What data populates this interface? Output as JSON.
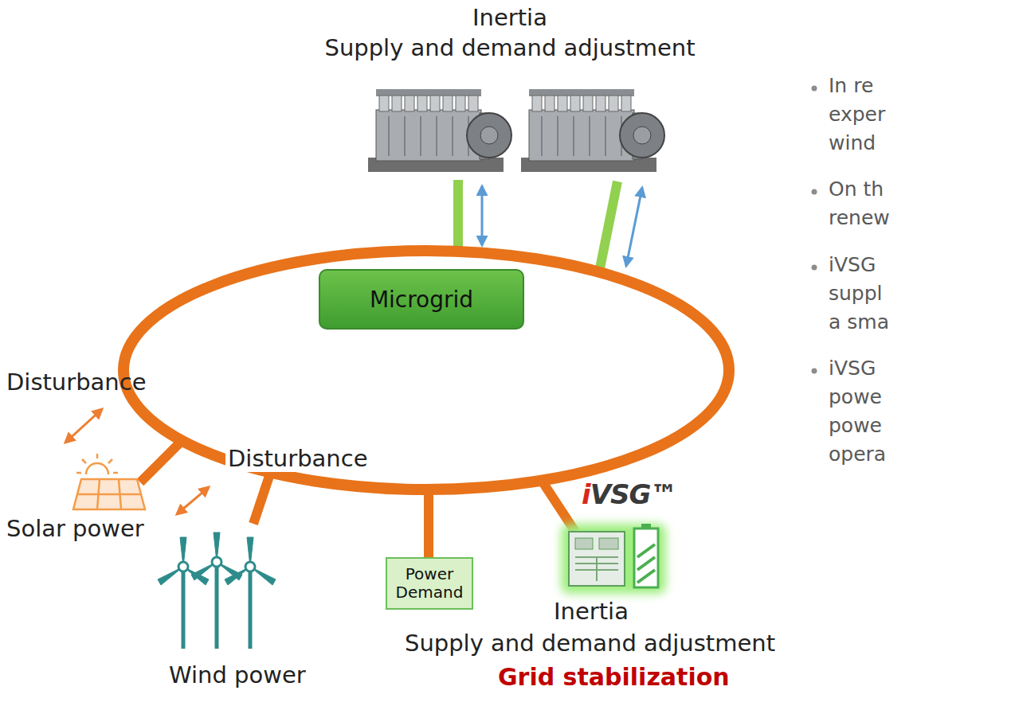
{
  "diagram": {
    "caption": "Grid stabilization",
    "nodes": [
      {
        "text": [
          "Microgrid"
        ]
      },
      {
        "text": [
          "Power Demand"
        ]
      }
    ],
    "labels": [
      "Inertia",
      "Supply and demand adjustment",
      "Disturbance",
      "Solar power",
      "Disturbance",
      "Wind power",
      "iVSG™",
      "Inertia",
      "Supply and demand adjustment",
      "In re",
      "exper",
      "wind",
      "On th",
      "renew",
      "iVSG",
      "suppl",
      "a sma",
      "iVSG",
      "powe",
      "powe",
      "opera"
    ]
  }
}
